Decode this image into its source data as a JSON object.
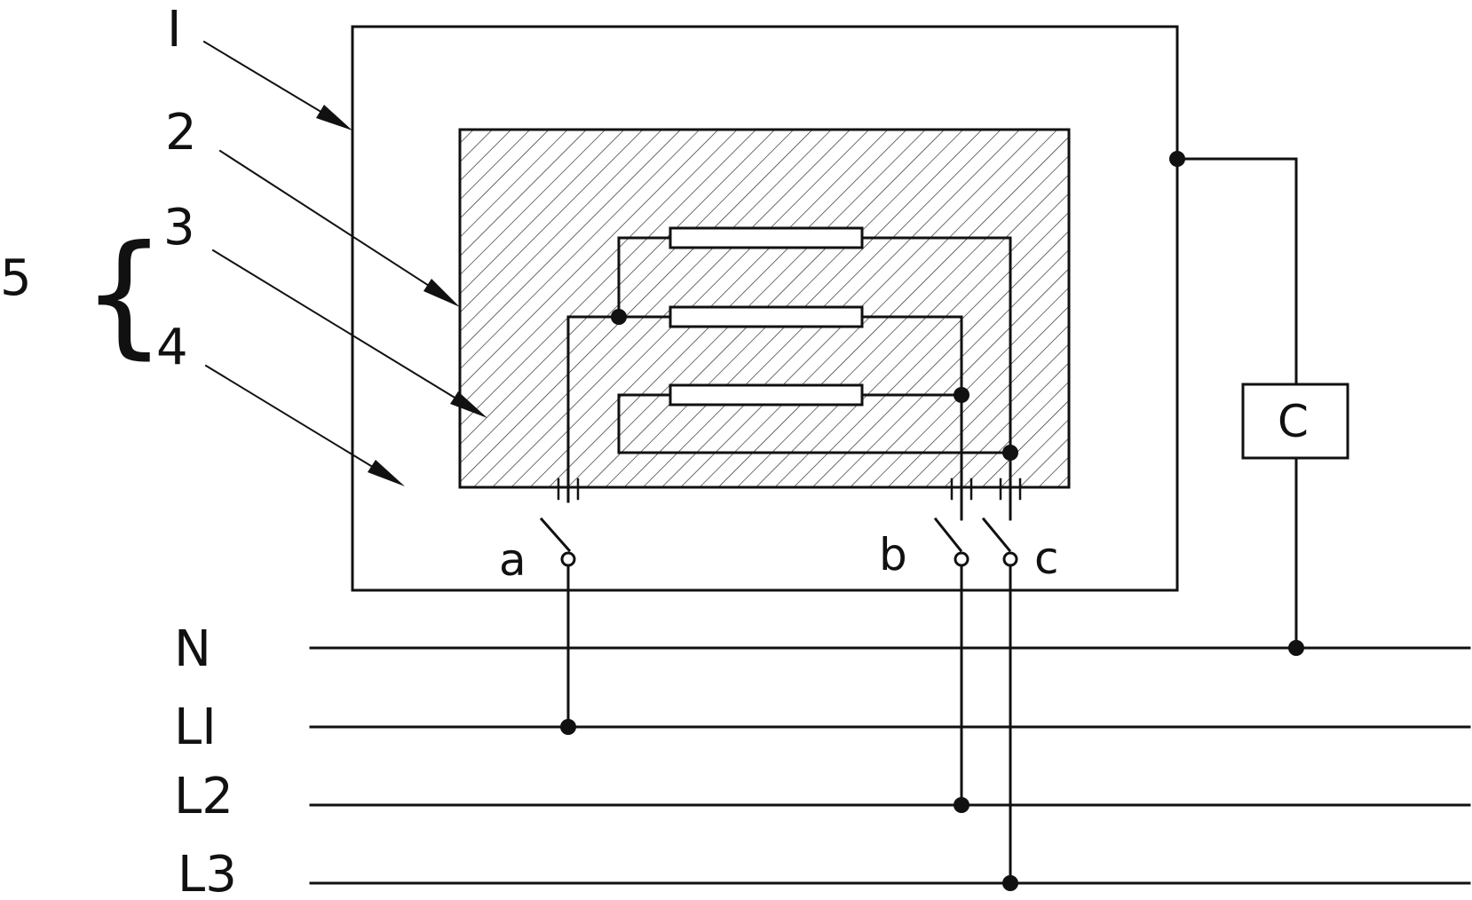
{
  "labels": {
    "callout_1": "I",
    "callout_2": "2",
    "callout_3": "3",
    "callout_4": "4",
    "callout_5": "5",
    "brace": "{",
    "switch_a": "a",
    "switch_b": "b",
    "switch_c": "c",
    "component_c": "C"
  },
  "lines": [
    "N",
    "LI",
    "L2",
    "L3"
  ],
  "colors": {
    "ink": "#111111",
    "background": "#ffffff"
  }
}
